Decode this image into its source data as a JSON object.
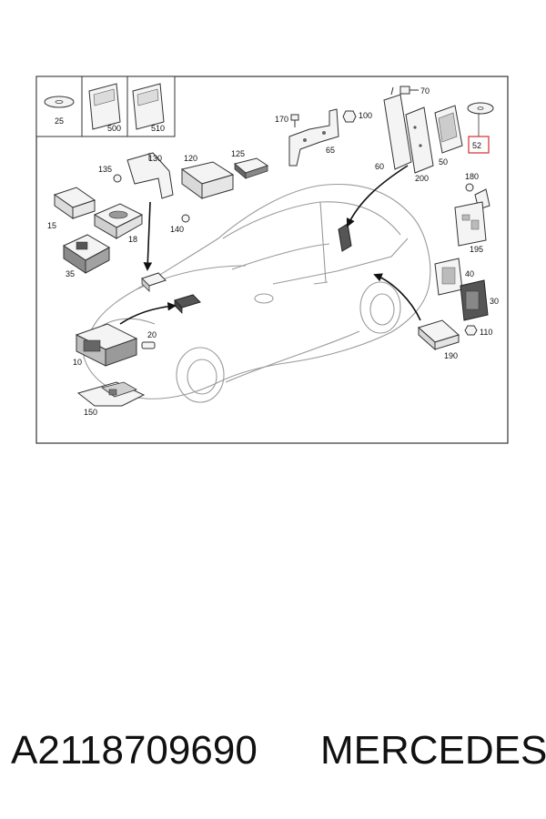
{
  "diagram": {
    "labels": {
      "l25": "25",
      "l500": "500",
      "l510": "510",
      "l70": "70",
      "l170": "170",
      "l100": "100",
      "l65": "65",
      "l60": "60",
      "l200": "200",
      "l50": "50",
      "l52": "52",
      "l180": "180",
      "l195": "195",
      "l40": "40",
      "l30": "30",
      "l110": "110",
      "l190": "190",
      "l130": "130",
      "l120": "120",
      "l125": "125",
      "l135": "135",
      "l15": "15",
      "l18": "18",
      "l140": "140",
      "l35": "35",
      "l20": "20",
      "l10": "10",
      "l150": "150"
    },
    "highlight_color": "#d03030"
  },
  "footer": {
    "part_number": "A2118709690",
    "brand": "MERCEDES"
  }
}
